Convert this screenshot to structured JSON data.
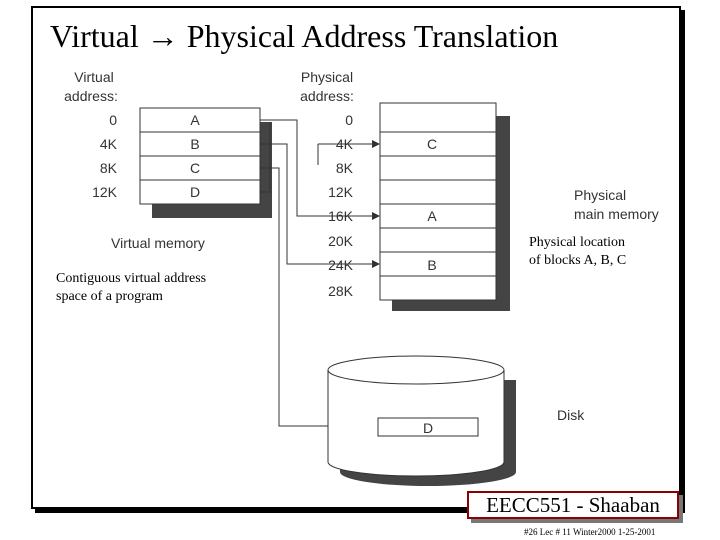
{
  "title": "Virtual → Physical Address Translation",
  "virtual": {
    "header_line1": "Virtual",
    "header_line2": "address:",
    "addresses": [
      "0",
      "4K",
      "8K",
      "12K"
    ],
    "blocks": [
      "A",
      "B",
      "C",
      "D"
    ],
    "caption": "Virtual memory"
  },
  "physical": {
    "header_line1": "Physical",
    "header_line2": "address:",
    "addresses": [
      "0",
      "4K",
      "8K",
      "12K",
      "16K",
      "20K",
      "24K",
      "28K"
    ],
    "blocks": [
      "",
      "C",
      "",
      "",
      "A",
      "",
      "B",
      ""
    ],
    "caption_line1": "Physical",
    "caption_line2": "main memory"
  },
  "disk": {
    "label": "Disk",
    "block": "D"
  },
  "notes": {
    "contiguous_line1": "Contiguous virtual address",
    "contiguous_line2": "space of a program",
    "location_line1": "Physical location",
    "location_line2": "of blocks A, B, C"
  },
  "badge": "EECC551 - Shaaban",
  "footer": "#26   Lec # 11   Winter2000  1-25-2001"
}
